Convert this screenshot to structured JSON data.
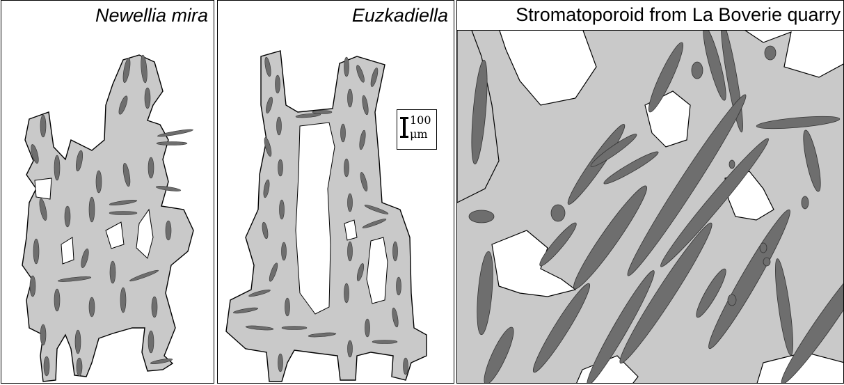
{
  "panels": [
    {
      "title": "Newellia mira",
      "italic": true
    },
    {
      "title": "Euzkadiella",
      "italic": true
    },
    {
      "title": "Stromatoporoid from La Boverie quarry",
      "italic": false
    }
  ],
  "scale_bar": {
    "value": "100",
    "unit": "μm"
  },
  "colors": {
    "fill": "#c9c9c9",
    "spicule": "#6e6e6e",
    "outline": "#000000"
  }
}
